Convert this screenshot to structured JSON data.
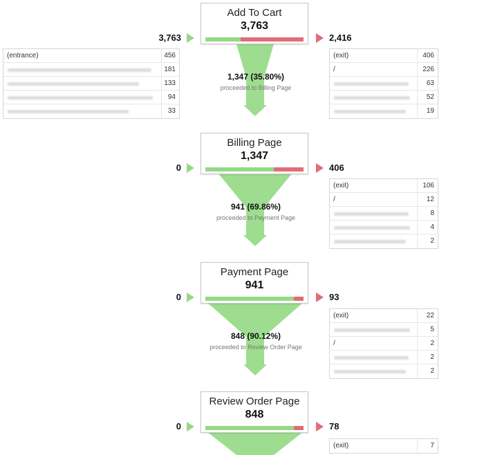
{
  "colors": {
    "proceed_green": "#95d987",
    "exit_red": "#e06d77",
    "funnel_green": "#9edd8f",
    "box_border": "#c8c8c8"
  },
  "steps": [
    {
      "name": "Add To Cart",
      "count": "3,763",
      "proceed_fraction": 0.358,
      "entrances": "3,763",
      "exits": "2,416",
      "entrance_rows": [
        {
          "label": "(entrance)",
          "value": "456"
        },
        {
          "label": "",
          "value": "181"
        },
        {
          "label": "",
          "value": "133"
        },
        {
          "label": "",
          "value": "94"
        },
        {
          "label": "",
          "value": "33"
        }
      ],
      "exit_rows": [
        {
          "label": "(exit)",
          "value": "406"
        },
        {
          "label": "/",
          "value": "226"
        },
        {
          "label": "",
          "value": "63"
        },
        {
          "label": "",
          "value": "52"
        },
        {
          "label": "",
          "value": "19"
        }
      ],
      "conversion": "1,347 (35.80%)",
      "proceeded_to": "proceeded to Billing Page"
    },
    {
      "name": "Billing Page",
      "count": "1,347",
      "proceed_fraction": 0.6986,
      "entrances": "0",
      "exits": "406",
      "entrance_rows": [],
      "exit_rows": [
        {
          "label": "(exit)",
          "value": "106"
        },
        {
          "label": "/",
          "value": "12"
        },
        {
          "label": "",
          "value": "8"
        },
        {
          "label": "",
          "value": "4"
        },
        {
          "label": "",
          "value": "2"
        }
      ],
      "conversion": "941 (69.86%)",
      "proceeded_to": "proceeded to Payment Page"
    },
    {
      "name": "Payment Page",
      "count": "941",
      "proceed_fraction": 0.9012,
      "entrances": "0",
      "exits": "93",
      "entrance_rows": [],
      "exit_rows": [
        {
          "label": "(exit)",
          "value": "22"
        },
        {
          "label": "",
          "value": "5"
        },
        {
          "label": "/",
          "value": "2"
        },
        {
          "label": "",
          "value": "2"
        },
        {
          "label": "",
          "value": "2"
        }
      ],
      "conversion": "848 (90.12%)",
      "proceeded_to": "proceeded to Review Order Page"
    },
    {
      "name": "Review Order Page",
      "count": "848",
      "proceed_fraction": 0.9,
      "entrances": "0",
      "exits": "78",
      "entrance_rows": [],
      "exit_rows": [
        {
          "label": "(exit)",
          "value": "7"
        }
      ],
      "conversion": "",
      "proceeded_to": ""
    }
  ]
}
